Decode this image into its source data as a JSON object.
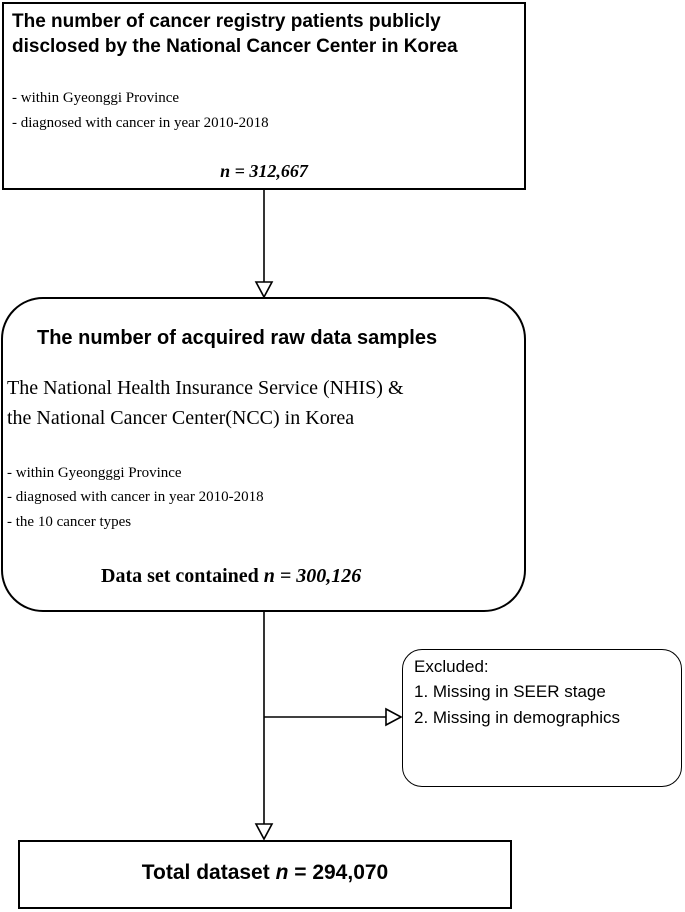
{
  "box1": {
    "title_line1": "The number of cancer registry patients publicly",
    "title_line2": "disclosed by the National Cancer Center in Korea",
    "bullets": [
      "-  within Gyeonggi Province",
      "-  diagnosed with cancer in year 2010-2018"
    ],
    "count": "n = 312,667"
  },
  "box2": {
    "title": "The number of acquired raw data samples",
    "source_line1": "The National Health Insurance Service (NHIS) &",
    "source_line2": "the National Cancer Center(NCC) in Korea",
    "bullets": [
      "-  within Gyeongggi Province",
      "-  diagnosed with cancer in year 2010-2018",
      "-  the 10 cancer types"
    ],
    "count_prefix": "Data set contained ",
    "count_value": "n = 300,126"
  },
  "excluded": {
    "title": "Excluded:",
    "items": [
      "1. Missing in SEER stage",
      "2. Missing in demographics"
    ]
  },
  "final": {
    "prefix": "Total dataset ",
    "n": "n",
    "value": " = 294,070"
  }
}
